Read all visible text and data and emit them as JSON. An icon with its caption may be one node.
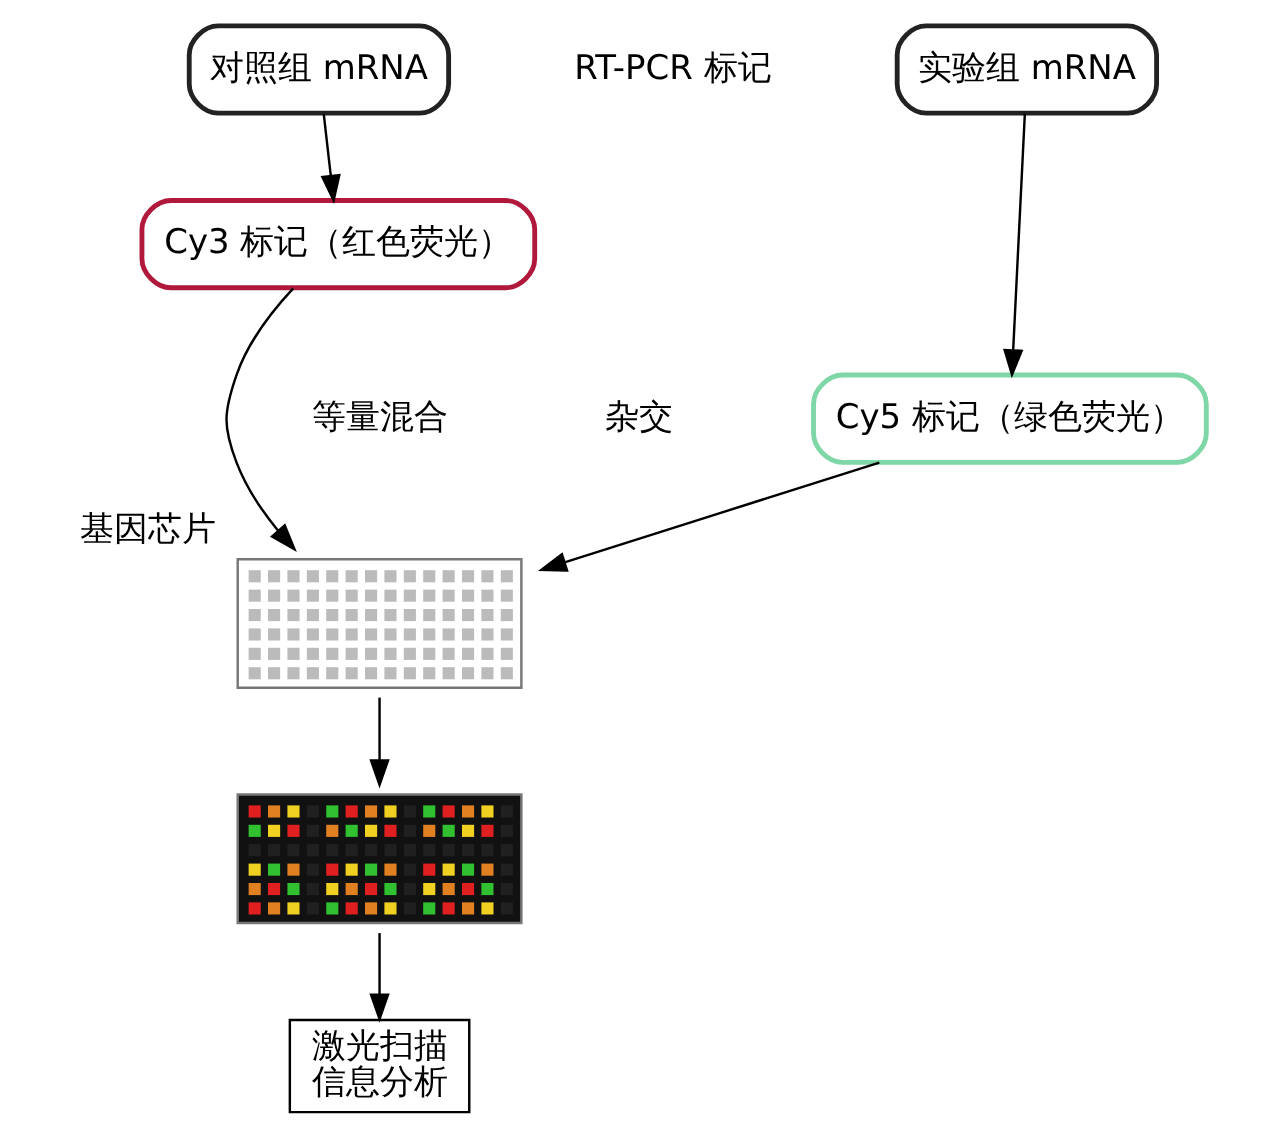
{
  "diagram": {
    "nodes": [
      {
        "text": [
          "对照组 mRNA"
        ]
      },
      {
        "text": [
          "实验组 mRNA"
        ]
      },
      {
        "text": [
          "Cy3 标记（红色荧光）"
        ]
      },
      {
        "text": [
          "Cy5 标记（绿色荧光）"
        ]
      },
      {
        "text": [],
        "shape": "picture",
        "beside": [
          "基因芯片"
        ]
      },
      {
        "text": [],
        "shape": "picture"
      },
      {
        "text": [
          "激光扫描",
          "信息分析"
        ]
      }
    ],
    "edges": [
      {
        "from": 0,
        "to": 2,
        "arrow": "to"
      },
      {
        "from": 1,
        "to": 3,
        "arrow": "to"
      },
      {
        "from": 2,
        "to": 4,
        "arrow": "to"
      },
      {
        "from": 3,
        "to": 4,
        "arrow": "to"
      },
      {
        "from": 4,
        "to": 5,
        "arrow": "to"
      },
      {
        "from": 5,
        "to": 6,
        "arrow": "to"
      }
    ],
    "labels": [
      "RT-PCR 标记",
      "等量混合",
      "杂交"
    ]
  }
}
